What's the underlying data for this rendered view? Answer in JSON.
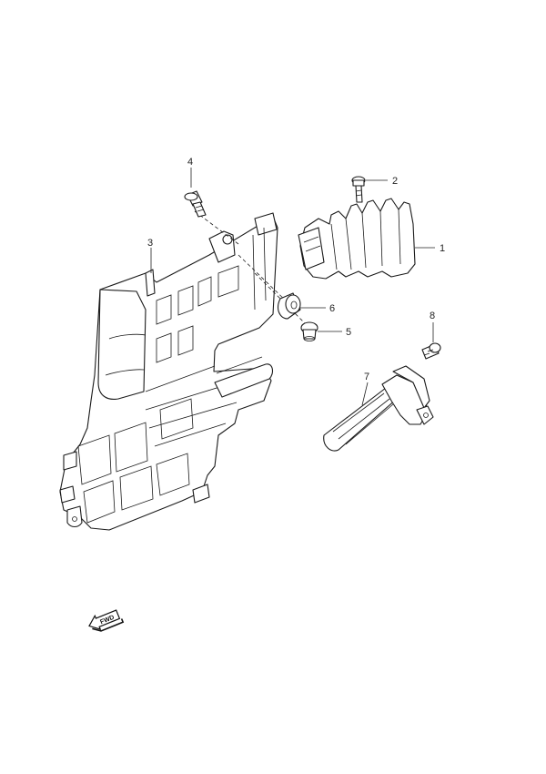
{
  "callouts": [
    {
      "id": "1",
      "label": "1"
    },
    {
      "id": "2",
      "label": "2"
    },
    {
      "id": "3",
      "label": "3"
    },
    {
      "id": "4",
      "label": "4"
    },
    {
      "id": "5",
      "label": "5"
    },
    {
      "id": "6",
      "label": "6"
    },
    {
      "id": "7",
      "label": "7"
    },
    {
      "id": "8",
      "label": "8"
    }
  ],
  "fwd_arrow": {
    "label": "FWD",
    "icon": "forward-arrow-icon"
  }
}
